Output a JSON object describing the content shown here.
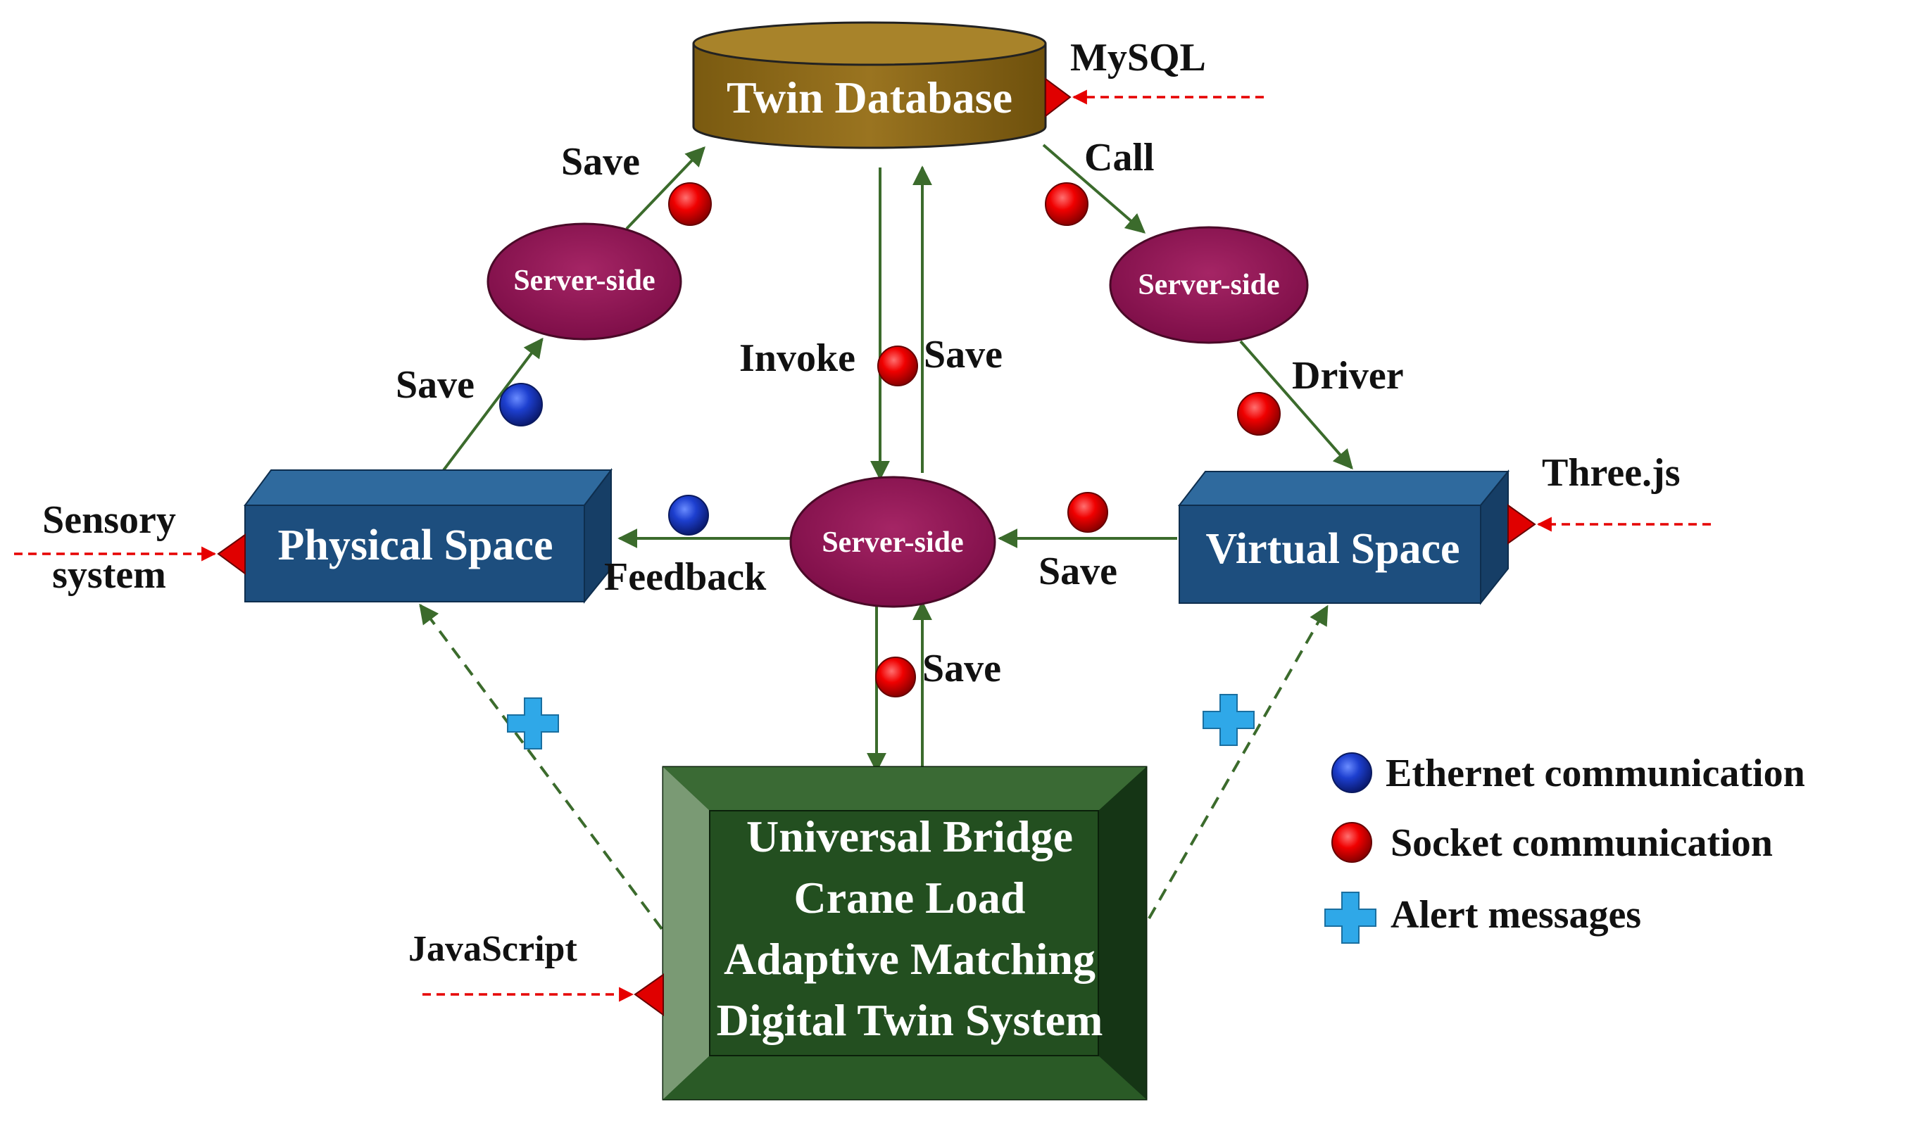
{
  "colors": {
    "database_fill": "#8B6914",
    "database_top": "#B08A2E",
    "server_fill": "#8E1553",
    "space_front": "#1D4E7E",
    "space_top": "#2F6A9E",
    "space_side": "#163E66",
    "system_front": "#1F4A1F",
    "system_bevel_left": "#7A9A74",
    "system_bevel_top": "#3A6A34",
    "system_bevel_right": "#153515",
    "arrow_green": "#3B6B2C",
    "dash_red": "#E60000",
    "marker_red": "#E00000",
    "ethernet_blue": "#1D3FCF",
    "socket_red": "#E60000",
    "alert_cyan": "#2FA8E8"
  },
  "database": {
    "title": "Twin Database",
    "tech_label": "MySQL"
  },
  "servers": {
    "left": "Server-side",
    "right": "Server-side",
    "center": "Server-side"
  },
  "spaces": {
    "physical": "Physical Space",
    "virtual": "Virtual Space"
  },
  "system": {
    "lines": [
      "Universal Bridge",
      "Crane Load",
      "Adaptive Matching",
      "Digital Twin System"
    ]
  },
  "edge_labels": {
    "save_top_left": "Save",
    "call": "Call",
    "save_left_mid": "Save",
    "driver": "Driver",
    "invoke": "Invoke",
    "save_center_top": "Save",
    "save_right": "Save",
    "feedback": "Feedback",
    "save_center_bottom": "Save"
  },
  "inputs": {
    "sensory_line1": "Sensory",
    "sensory_line2": "system",
    "threejs": "Three.js",
    "javascript": "JavaScript"
  },
  "legend": {
    "items": [
      {
        "icon": "ethernet-dot-icon",
        "label": "Ethernet communication"
      },
      {
        "icon": "socket-dot-icon",
        "label": "Socket communication"
      },
      {
        "icon": "alert-cross-icon",
        "label": "Alert messages"
      }
    ]
  }
}
